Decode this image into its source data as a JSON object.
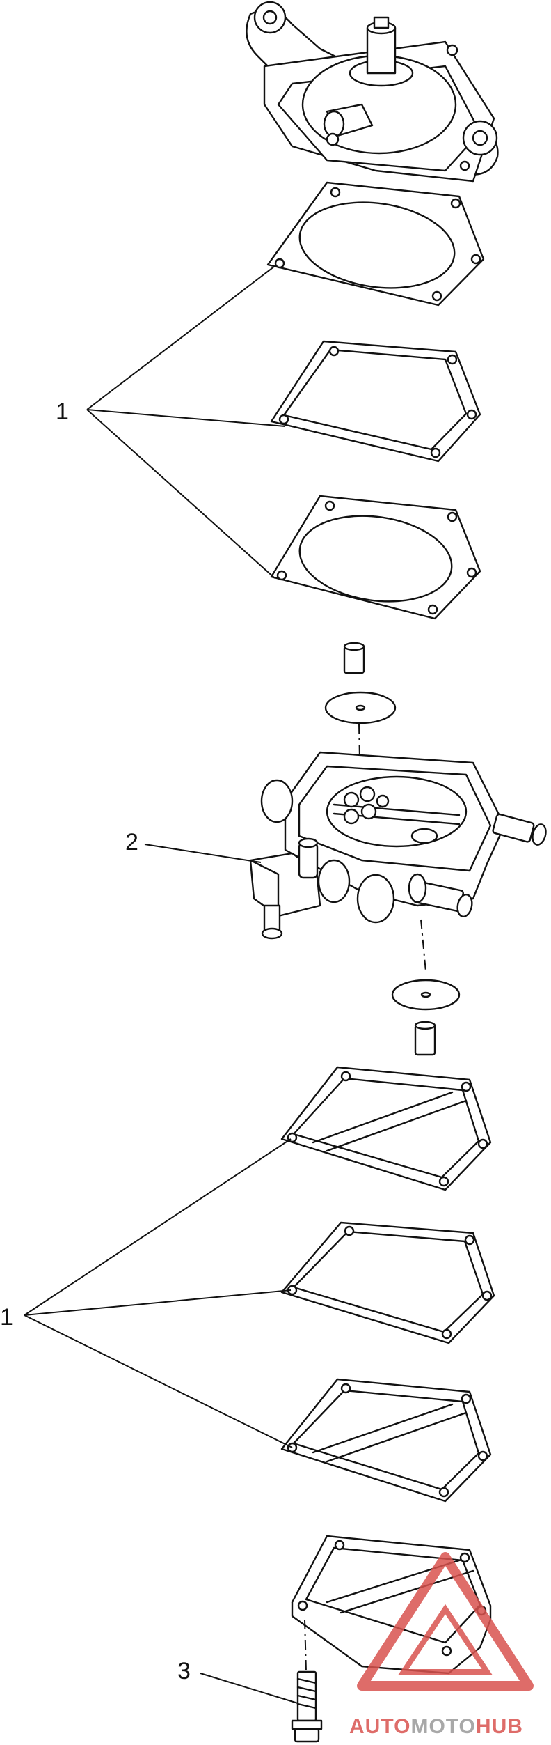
{
  "callouts": {
    "gaskets_upper": "1",
    "pump_body": "2",
    "gaskets_lower": "1",
    "screw": "3"
  },
  "watermark": {
    "part_a": "AUTO",
    "part_b": "MOTO",
    "part_c": "HUB",
    "color_primary": "#d9534f",
    "color_secondary": "#9a9a9a"
  }
}
